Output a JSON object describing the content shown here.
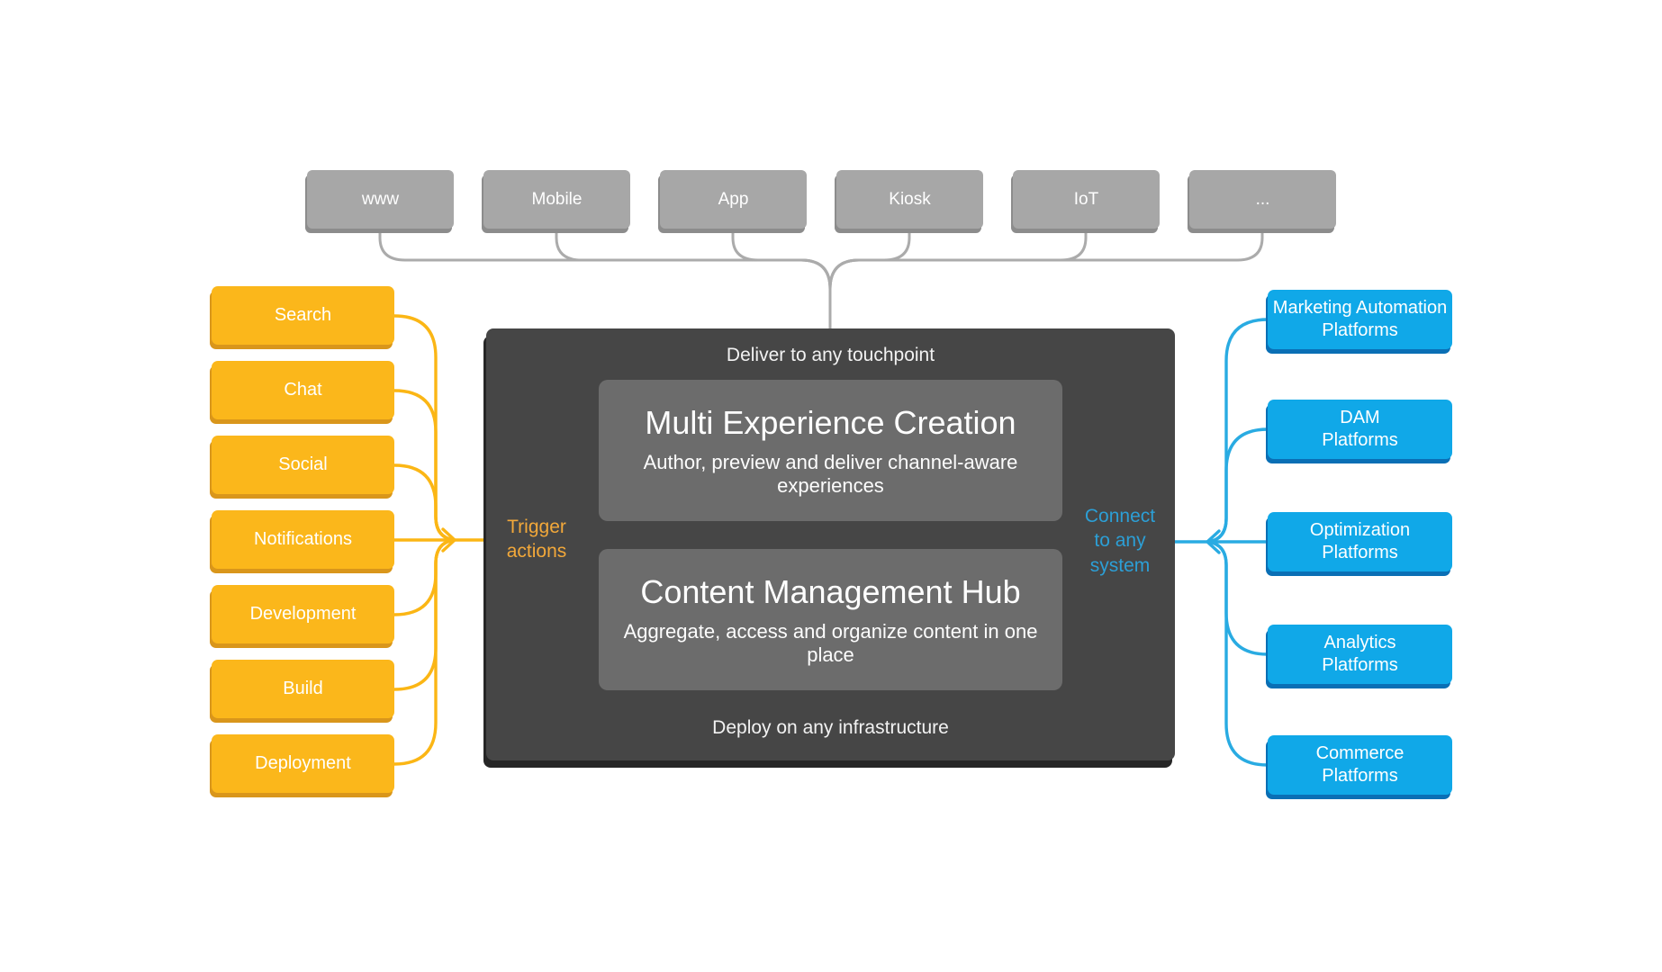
{
  "colors": {
    "gray": "#A7A7A7",
    "gray-shadow": "#8C8C8C",
    "gray-line": "#ABABAB",
    "yellow": "#FBB71B",
    "yellow-shadow": "#D9961B",
    "yellow-text": "#F2A83A",
    "dark": "#464646",
    "dark-shadow": "#262626",
    "panel": "#6C6C6C",
    "blue": "#10A8E8",
    "blue-shadow": "#0A6FB5",
    "blue-text": "#2C9FD6"
  },
  "top_row": {
    "items": [
      {
        "label": "www"
      },
      {
        "label": "Mobile"
      },
      {
        "label": "App"
      },
      {
        "label": "Kiosk"
      },
      {
        "label": "IoT"
      },
      {
        "label": "..."
      }
    ]
  },
  "left_column": {
    "items": [
      {
        "label": "Search"
      },
      {
        "label": "Chat"
      },
      {
        "label": "Social"
      },
      {
        "label": "Notifications"
      },
      {
        "label": "Development"
      },
      {
        "label": "Build"
      },
      {
        "label": "Deployment"
      }
    ]
  },
  "right_column": {
    "items": [
      {
        "label": "Marketing Automation\nPlatforms"
      },
      {
        "label": "DAM\nPlatforms"
      },
      {
        "label": "Optimization\nPlatforms"
      },
      {
        "label": "Analytics\nPlatforms"
      },
      {
        "label": "Commerce\nPlatforms"
      }
    ]
  },
  "center": {
    "top_label": "Deliver to any touchpoint",
    "bottom_label": "Deploy on any infrastructure",
    "left_label": "Trigger\nactions",
    "right_label": "Connect\nto any\nsystem",
    "panels": [
      {
        "title": "Multi Experience Creation",
        "subtitle": "Author, preview and deliver channel-aware experiences"
      },
      {
        "title": "Content Management Hub",
        "subtitle": "Aggregate, access and organize content in one place"
      }
    ]
  }
}
